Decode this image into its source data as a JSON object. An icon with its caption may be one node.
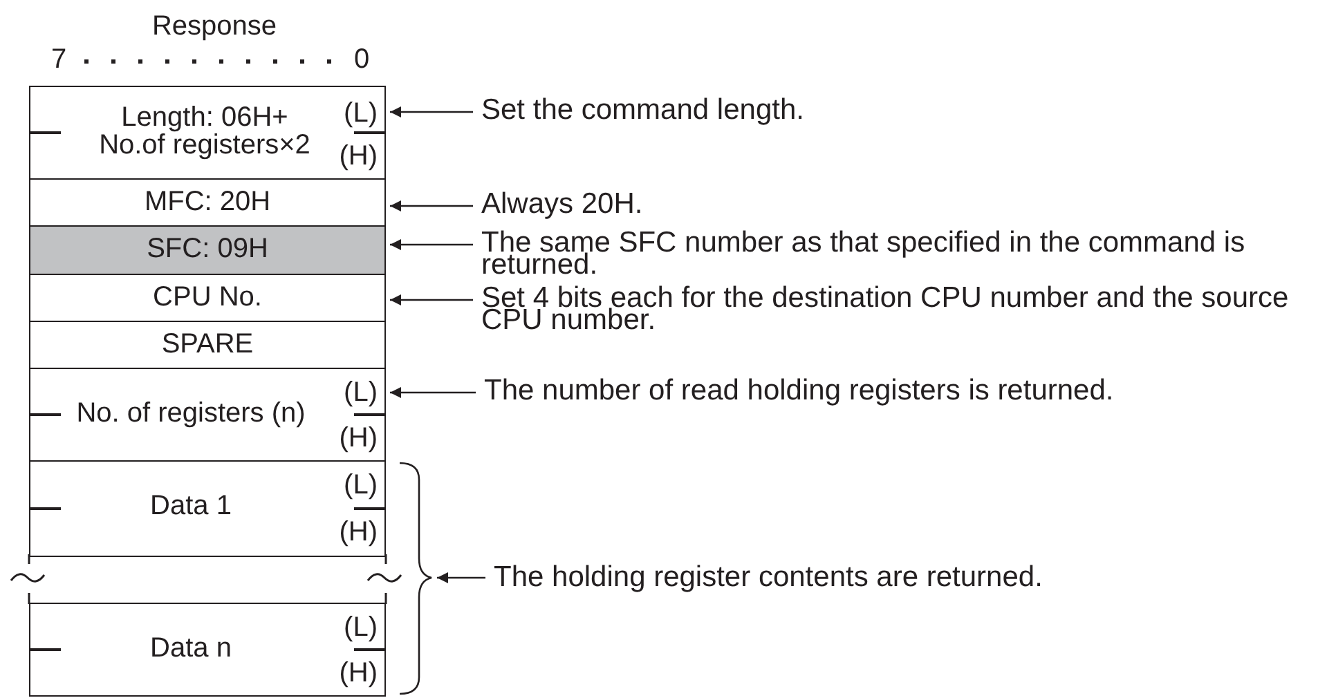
{
  "diagram": {
    "title": "Response",
    "nodes": [
      {
        "text": [
          "Length: 06H+ No.of registers×2",
          "(L)",
          "(H)"
        ]
      },
      {
        "text": [
          "MFC: 20H"
        ]
      },
      {
        "text": [
          "SFC: 09H"
        ]
      },
      {
        "text": [
          "CPU No."
        ]
      },
      {
        "text": [
          "SPARE"
        ]
      },
      {
        "text": [
          "No. of registers (n)",
          "(L)",
          "(H)"
        ]
      },
      {
        "text": [
          "Data 1",
          "(L)",
          "(H)"
        ]
      },
      {
        "text": [],
        "shape": "box"
      },
      {
        "text": [
          "Data n",
          "(L)",
          "(H)"
        ]
      },
      {
        "text": [
          "Set the command length."
        ]
      },
      {
        "text": [
          "Always 20H."
        ]
      },
      {
        "text": [
          "The same SFC number as that specified in the command is returned."
        ]
      },
      {
        "text": [
          "Set 4 bits each for the destination CPU number and the source CPU number."
        ]
      },
      {
        "text": [
          "The number of read holding registers is returned."
        ]
      },
      {
        "text": [
          "The holding register contents are returned."
        ]
      },
      {
        "text": [],
        "shape": "brace"
      }
    ],
    "edges": [
      {
        "from": 9,
        "to": 0,
        "arrow": "to"
      },
      {
        "from": 10,
        "to": 1,
        "arrow": "to"
      },
      {
        "from": 11,
        "to": 2,
        "arrow": "to"
      },
      {
        "from": 12,
        "to": 3,
        "arrow": "to"
      },
      {
        "from": 13,
        "to": 5,
        "arrow": "to"
      },
      {
        "from": 14,
        "to": 15,
        "arrow": "to"
      }
    ],
    "labels": [
      "7",
      "0"
    ]
  }
}
